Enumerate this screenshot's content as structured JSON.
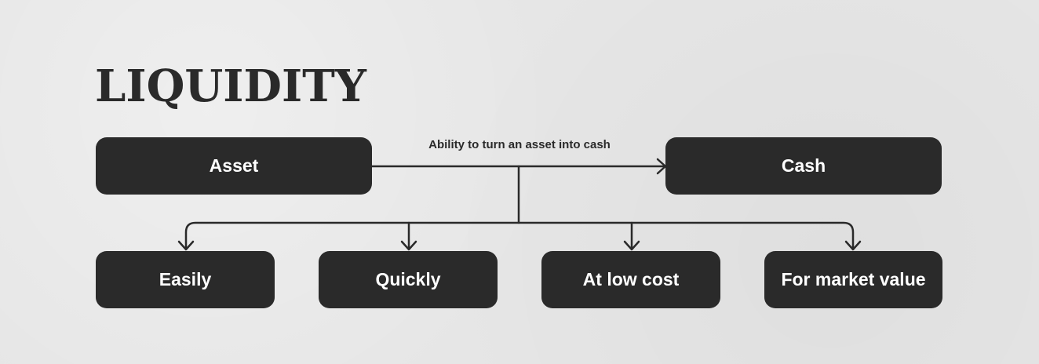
{
  "title": "LIQUIDITY",
  "colors": {
    "background": "#e6e6e6",
    "box_fill": "#2a2a2a",
    "box_text": "#ffffff",
    "line": "#2a2a2a",
    "title": "#2a2a2a"
  },
  "nodes": {
    "source": {
      "label": "Asset"
    },
    "target": {
      "label": "Cash"
    },
    "qualities": [
      {
        "label": "Easily"
      },
      {
        "label": "Quickly"
      },
      {
        "label": "At low cost"
      },
      {
        "label": "For market value"
      }
    ]
  },
  "edges": {
    "main": {
      "from": "Asset",
      "to": "Cash",
      "label": "Ability to turn an asset into cash"
    },
    "branches": [
      {
        "to": "Easily"
      },
      {
        "to": "Quickly"
      },
      {
        "to": "At low cost"
      },
      {
        "to": "For market value"
      }
    ]
  }
}
